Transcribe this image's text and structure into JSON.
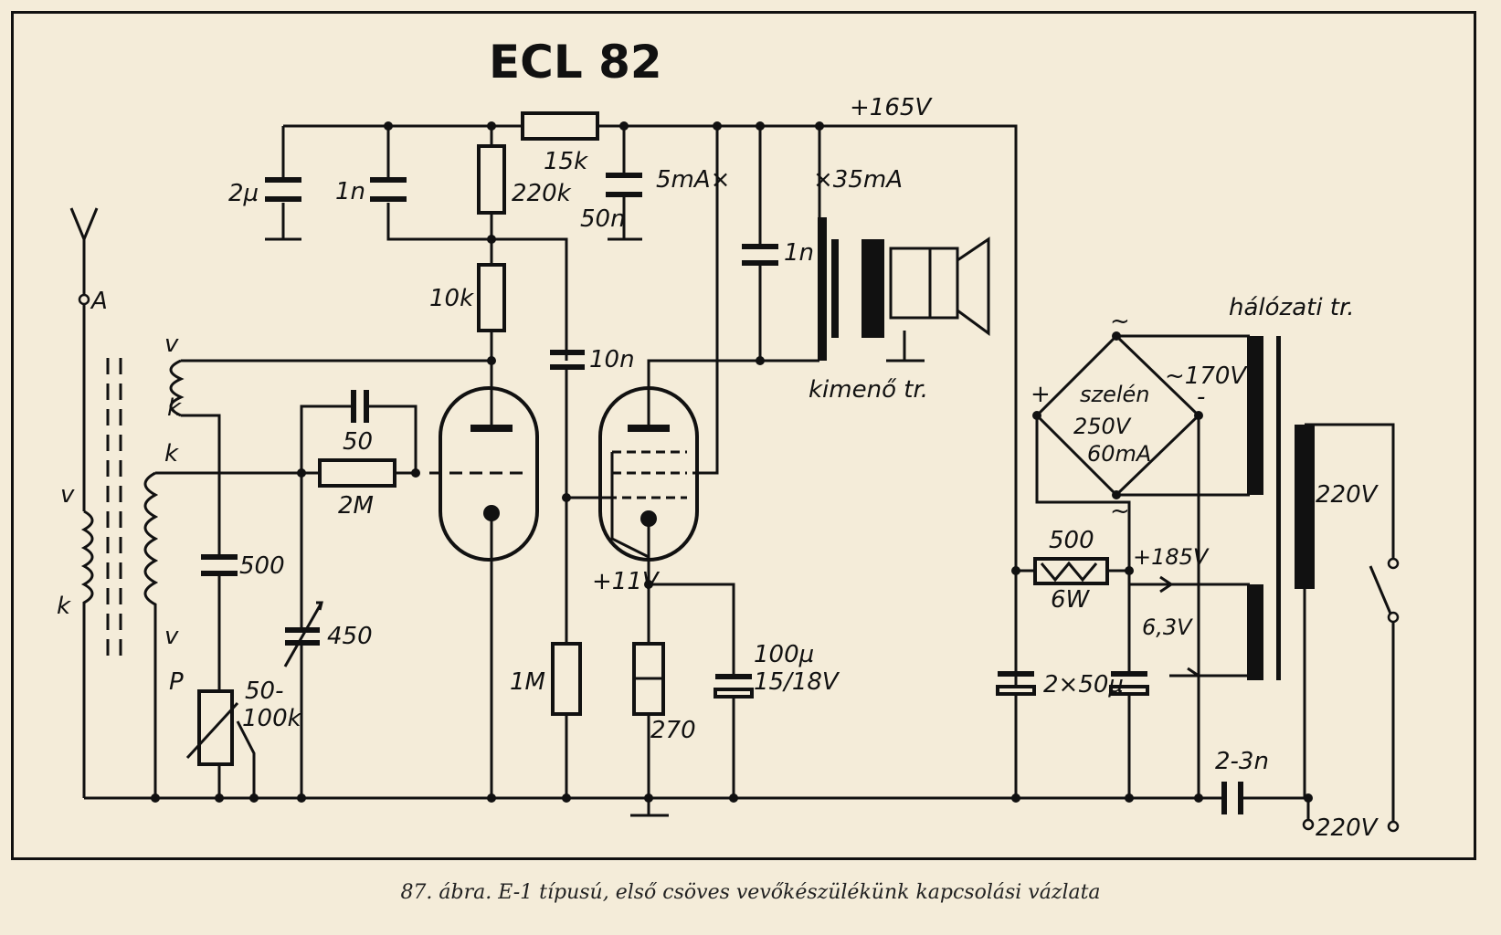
{
  "title": "ECL 82",
  "caption": "87. ábra. E-1 típusú, első csöves vevőkészülékünk kapcsolási vázlata",
  "labels": {
    "supply_165": "+165V",
    "r15k": "15k",
    "c2u": "2µ",
    "c1n_left": "1n",
    "r220k": "220k",
    "c50n": "50n",
    "i5ma": "5mA×",
    "i35ma": "×35mA",
    "c1n_right": "1n",
    "r10k": "10k",
    "c10n": "10n",
    "antenna_a": "A",
    "coil_v_top": "v",
    "coil_k_top": "k",
    "coil_k_mid": "k",
    "coil_v_bot": "v",
    "ant_v": "v",
    "ant_k": "k",
    "c50": "50",
    "r2m": "2M",
    "c500": "500",
    "c450": "450",
    "pot_p": "P",
    "pot_50": "50-",
    "pot_100k": "100k",
    "r1m": "1M",
    "r270": "270",
    "v11": "+11V",
    "c100u": "100µ",
    "c100u_v": "15/18V",
    "out_tr": "kimenő tr.",
    "mains_tr": "hálózati tr.",
    "selen_1": "szelén",
    "selen_2": "250V",
    "selen_3": "60mA",
    "ac170": "~170V",
    "tilde_top": "~",
    "tilde_bot": "~",
    "plus": "+",
    "minus": "-",
    "r500": "500",
    "r6w": "6W",
    "v185": "+185V",
    "v63": "6,3V",
    "c2x50": "2×50µ",
    "c23n": "2-3n",
    "v220_tr": "220V",
    "v220_in": "220V"
  },
  "colors": {
    "ink": "#111111",
    "paper": "#f4ecd9"
  }
}
